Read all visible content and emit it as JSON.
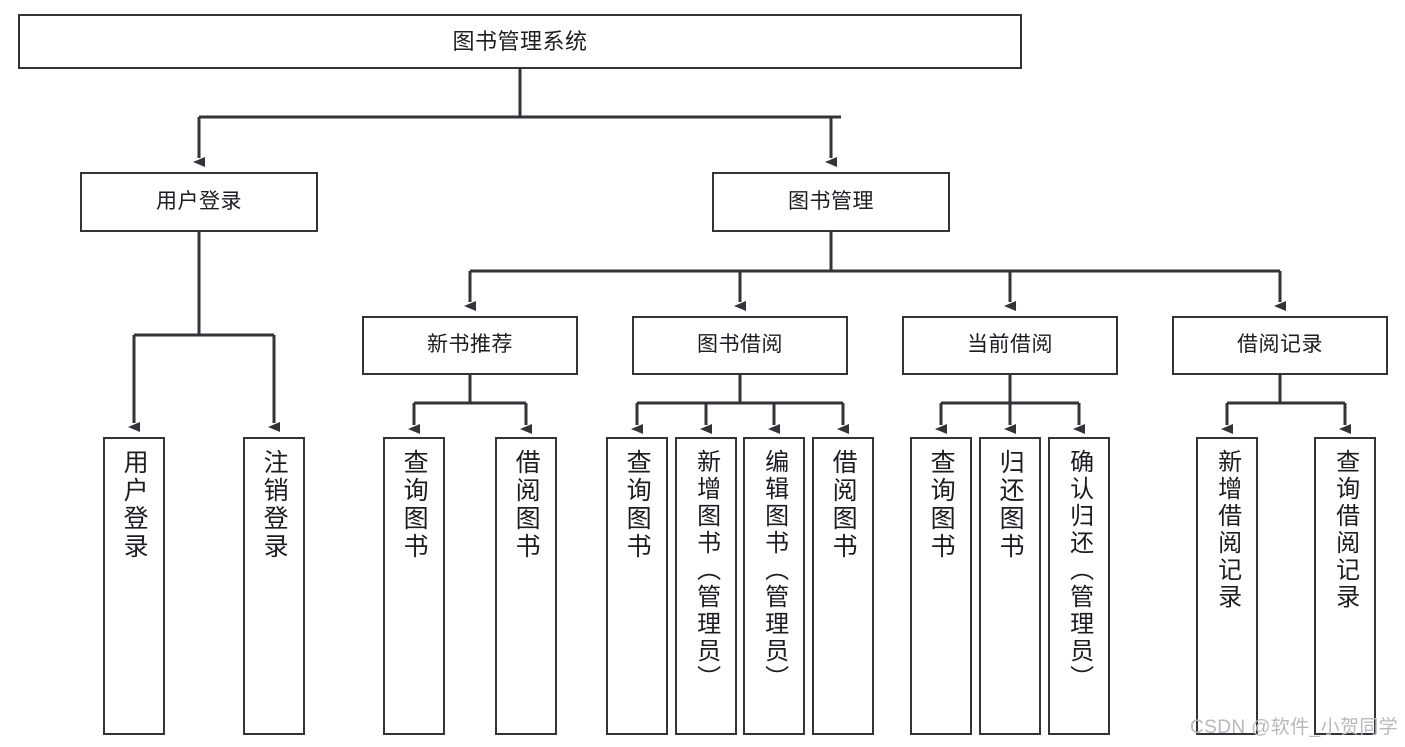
{
  "diagram": {
    "title": "图书管理系统",
    "type": "tree-hierarchy",
    "colors": {
      "box_border": "#33333a",
      "box_fill": "#ffffff",
      "connector": "#33333a",
      "text": "#1c1c22",
      "watermark": "#b9b9bd",
      "background": "#ffffff"
    },
    "root": {
      "label": "图书管理系统"
    },
    "level2": [
      {
        "label": "用户登录"
      },
      {
        "label": "图书管理"
      }
    ],
    "level3": [
      {
        "label": "新书推荐"
      },
      {
        "label": "图书借阅"
      },
      {
        "label": "当前借阅"
      },
      {
        "label": "借阅记录"
      }
    ],
    "leaves": {
      "user_login": [
        {
          "label": "用户登录"
        },
        {
          "label": "注销登录"
        }
      ],
      "new_book_recommend": [
        {
          "label": "查询图书"
        },
        {
          "label": "借阅图书"
        }
      ],
      "book_borrow": [
        {
          "label": "查询图书"
        },
        {
          "label": "新增图书（管理员）"
        },
        {
          "label": "编辑图书（管理员）"
        },
        {
          "label": "借阅图书"
        }
      ],
      "current_borrow": [
        {
          "label": "查询图书"
        },
        {
          "label": "归还图书"
        },
        {
          "label": "确认归还（管理员）"
        }
      ],
      "borrow_record": [
        {
          "label": "新增借阅记录"
        },
        {
          "label": "查询借阅记录"
        }
      ]
    },
    "watermark": "CSDN @软件_小贺同学"
  }
}
